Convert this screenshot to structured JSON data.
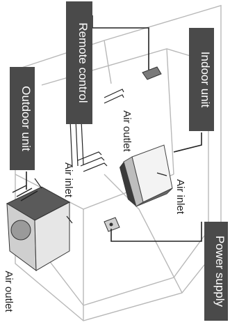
{
  "labels": {
    "indoor_unit": "Indoor unit",
    "remote_control": "Remote control",
    "outdoor_unit": "Outdoor unit",
    "power_supply": "Power supply",
    "air_outlet_indoor": "Air outlet",
    "air_inlet_room": "Air inlet",
    "air_inlet_indoor": "Air inlet",
    "air_outlet_outdoor": "Air outlet"
  },
  "colors": {
    "label_box": "#4a4a4a",
    "label_text": "#ffffff",
    "lines": "#222222",
    "room_outline": "#b8b8b8"
  }
}
